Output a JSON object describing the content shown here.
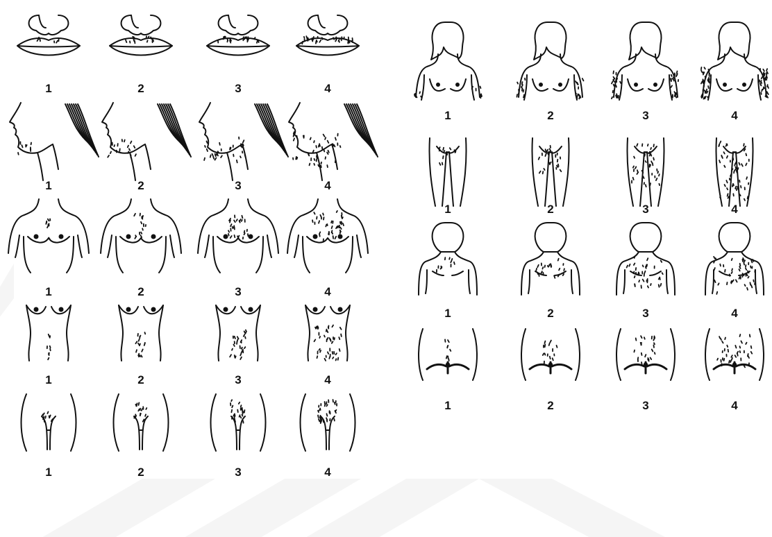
{
  "scale": {
    "grade_labels": [
      "1",
      "2",
      "3",
      "4"
    ]
  },
  "left_panel": {
    "rows": [
      {
        "region": "upper-lip",
        "labels": [
          "1",
          "2",
          "3",
          "4"
        ]
      },
      {
        "region": "chin",
        "labels": [
          "1",
          "2",
          "3",
          "4"
        ]
      },
      {
        "region": "chest",
        "labels": [
          "1",
          "2",
          "3",
          "4"
        ]
      },
      {
        "region": "abdomen",
        "labels": [
          "1",
          "2",
          "3",
          "4"
        ]
      },
      {
        "region": "pubic",
        "labels": [
          "1",
          "2",
          "3",
          "4"
        ]
      }
    ]
  },
  "right_panel": {
    "rows": [
      {
        "region": "upper-arm",
        "labels": [
          "1",
          "2",
          "3",
          "4"
        ]
      },
      {
        "region": "thigh",
        "labels": [
          "1",
          "2",
          "3",
          "4"
        ]
      },
      {
        "region": "upper-back",
        "labels": [
          "1",
          "2",
          "3",
          "4"
        ]
      },
      {
        "region": "lower-back",
        "labels": [
          "1",
          "2",
          "3",
          "4"
        ]
      }
    ]
  },
  "colors": {
    "ink": "#111111",
    "background": "#ffffff",
    "watermark": "#f5f5f5"
  }
}
